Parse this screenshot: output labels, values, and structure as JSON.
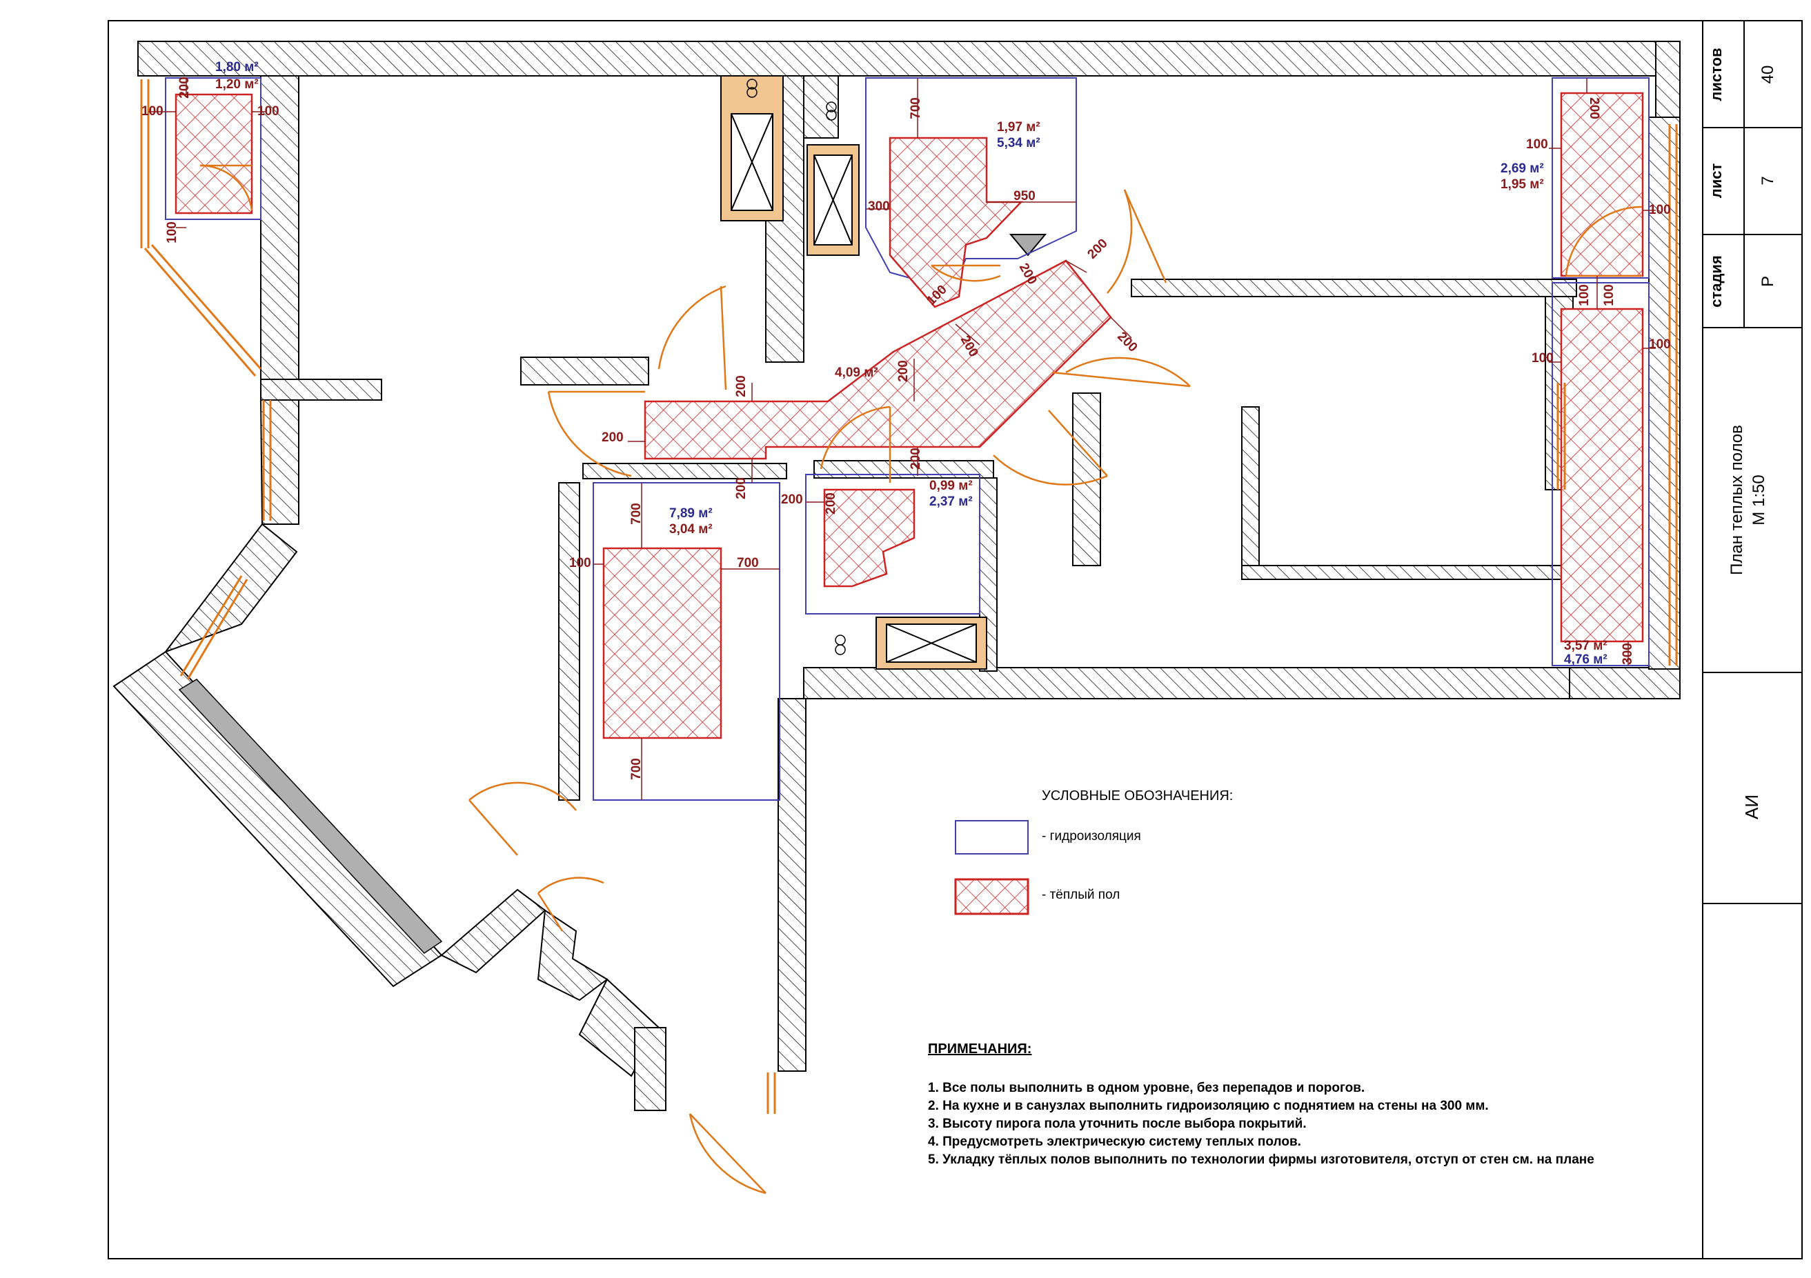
{
  "title_block": {
    "sheets_label": "листов",
    "sheets_value": "40",
    "sheet_label": "лист",
    "sheet_value": "7",
    "stage_label": "стадия",
    "stage_value": "Р",
    "drawing_title": "План теплых полов",
    "scale": "М 1:50",
    "section": "АИ"
  },
  "legend": {
    "title": "УСЛОВНЫЕ ОБОЗНАЧЕНИЯ:",
    "waterproofing": "- гидроизоляция",
    "heated_floor": "- тёплый пол"
  },
  "notes": {
    "title": "ПРИМЕЧАНИЯ:",
    "items": [
      "1. Все полы выполнить в одном уровне, без перепадов и порогов.",
      "2. На кухне и в санузлах выполнить гидроизоляцию с поднятием на стены на 300 мм.",
      "3. Высоту пирога пола уточнить после выбора покрытий.",
      "4. Предусмотреть электрическую систему теплых полов.",
      "5. Укладку тёплых полов выполнить по технологии фирмы изготовителя, отступ от стен см. на плане"
    ]
  },
  "areas": {
    "a1_blue": "1,80 м²",
    "a1_red": "1,20 м²",
    "a2_red": "1,97 м²",
    "a2_blue": "5,34 м²",
    "a3_blue": "2,69 м²",
    "a3_red": "1,95 м²",
    "a4_red": "4,09 м²",
    "a5_blue": "7,89 м²",
    "a5_red": "3,04 м²",
    "a6_red": "0,99 м²",
    "a6_blue": "2,37 м²",
    "a7_red": "3,57 м²",
    "a7_blue": "4,76 м²"
  },
  "dims": {
    "d100": "100",
    "d200": "200",
    "d300": "300",
    "d700": "700",
    "d950": "950"
  },
  "colors": {
    "heated_floor": "#cc2222",
    "waterproofing": "#4040b0",
    "door": "#e07818",
    "dimension": "#8a1a1a"
  }
}
